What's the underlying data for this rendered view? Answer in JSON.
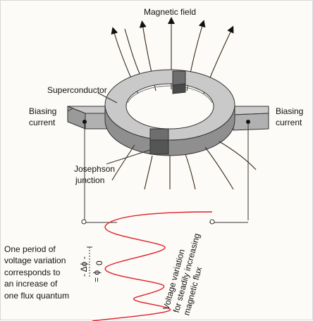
{
  "labels": {
    "magnetic_field": "Magnetic field",
    "superconductor": "Superconductor",
    "biasing_left_1": "Biasing",
    "biasing_left_2": "current",
    "biasing_right_1": "Biasing",
    "biasing_right_2": "current",
    "junction_1": "Josephson",
    "junction_2": "junction",
    "period_1": "One period of",
    "period_2": "voltage variation",
    "period_3": "corresponds to",
    "period_4": "an increase of",
    "period_5": "one flux quantum",
    "delta_phi": "- Δϕ -",
    "eq_phi0": "= ϕ",
    "phi0_sub": "0",
    "vertical_1": "Voltage variation",
    "vertical_2": "for steadily increasing",
    "vertical_3": "magnetic flux"
  },
  "colors": {
    "ring_top": "#c9c9c9",
    "ring_side": "#8f8f8f",
    "junction": "#6e6e6e",
    "wave": "#e0202a",
    "lines": "#3a2a1a"
  }
}
